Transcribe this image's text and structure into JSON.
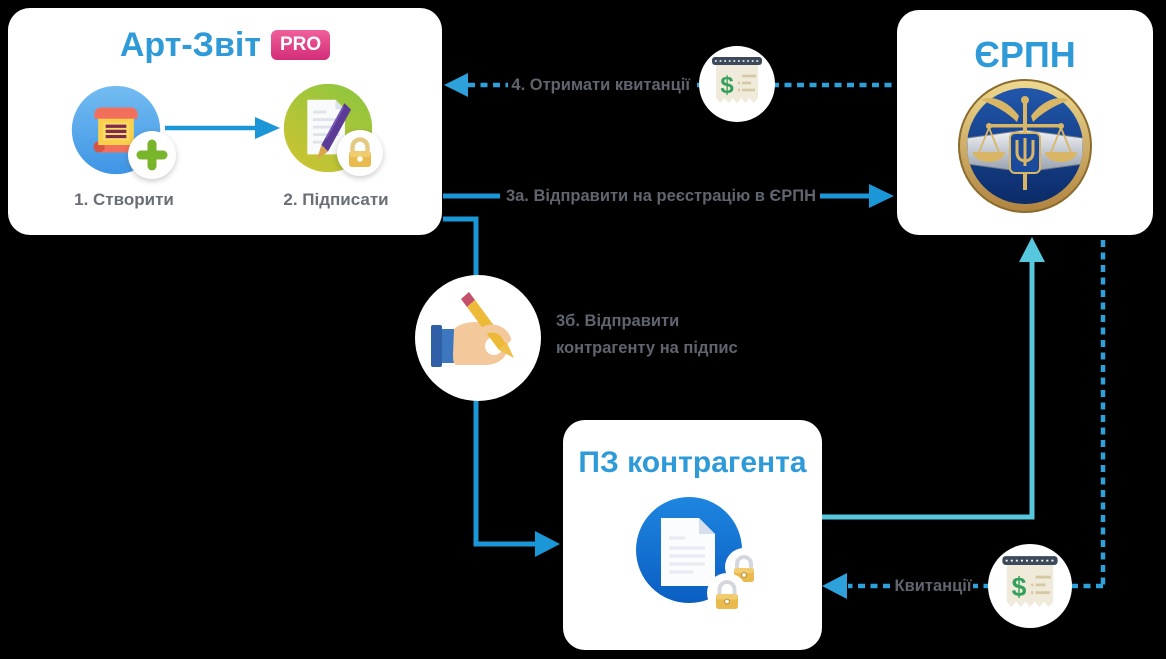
{
  "colors": {
    "background": "#000000",
    "card_bg": "#FFFFFF",
    "title_blue": "#2E9BD8",
    "label_gray": "#5F646E",
    "line_blue": "#1B96D6",
    "line_dashed_blue": "#2EA0DA",
    "line_teal": "#56C7DC",
    "pro_badge_pink": "#D32C79"
  },
  "cards": {
    "artzvit": {
      "title": "Арт-Звіт",
      "badge": "PRO",
      "steps": [
        {
          "label": "1. Створити",
          "icon": "document-create-icon"
        },
        {
          "label": "2. Підписати",
          "icon": "document-sign-icon"
        }
      ]
    },
    "erpn": {
      "title": "ЄРПН",
      "icon": "fiscal-service-emblem-icon"
    },
    "counterparty": {
      "title": "ПЗ контрагента",
      "icon": "locked-document-icon"
    }
  },
  "connectors": {
    "receive_receipts": "4. Отримати квитанції",
    "send_to_erpn": "3а. Відправити на реєстрацію в ЄРПН",
    "send_to_counterparty": "3б. Відправити\nконтрагенту на підпис",
    "receipts": "Квитанції"
  }
}
